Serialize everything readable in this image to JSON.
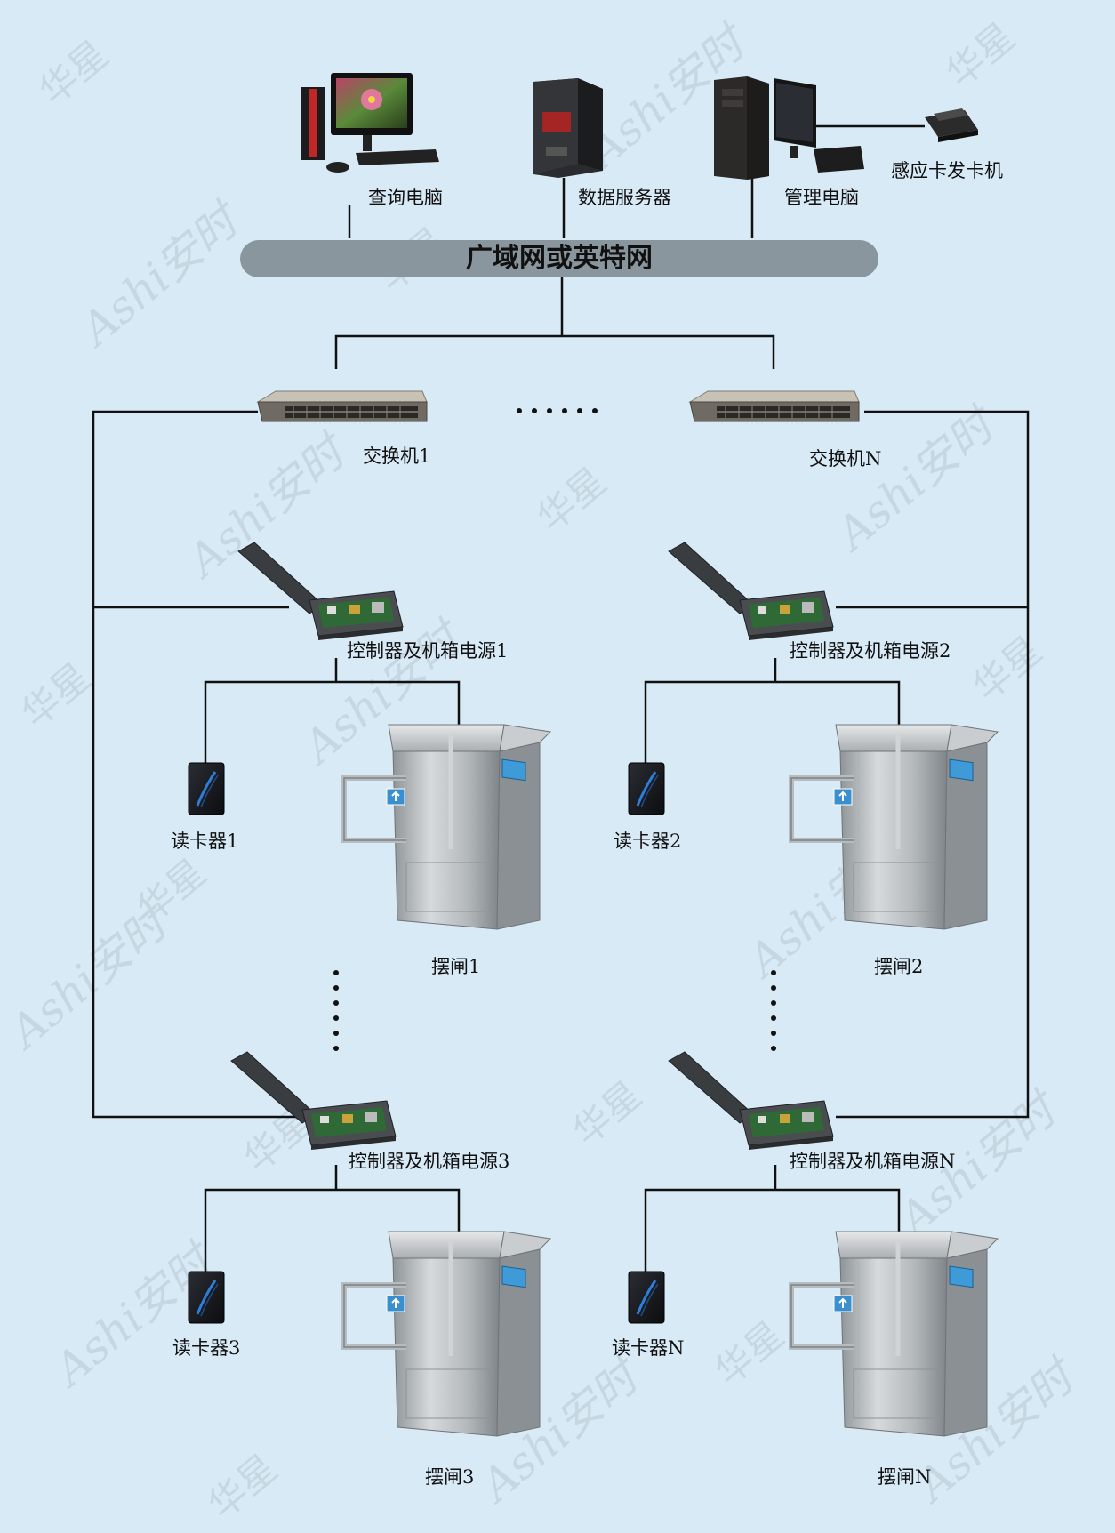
{
  "network": {
    "label": "广域网或英特网"
  },
  "computers": {
    "query": "查询电脑",
    "server": "数据服务器",
    "admin": "管理电脑",
    "card_issuer": "感应卡发卡机"
  },
  "switches": [
    "交换机1",
    "交换机N"
  ],
  "controllers": [
    "控制器及机箱电源1",
    "控制器及机箱电源2",
    "控制器及机箱电源3",
    "控制器及机箱电源N"
  ],
  "readers": [
    "读卡器1",
    "读卡器2",
    "读卡器3",
    "读卡器N"
  ],
  "gates": [
    "摆闸1",
    "摆闸2",
    "摆闸3",
    "摆闸N"
  ],
  "watermarks": [
    "华星",
    "Ashi安时"
  ],
  "colors": {
    "background": "#d9eaf7",
    "network_bar": "#8a969e",
    "line": "#111111"
  },
  "icons": [
    "computer-icon",
    "server-icon",
    "card-issuer-icon",
    "switch-icon",
    "controller-box-icon",
    "card-reader-icon",
    "swing-gate-icon"
  ]
}
